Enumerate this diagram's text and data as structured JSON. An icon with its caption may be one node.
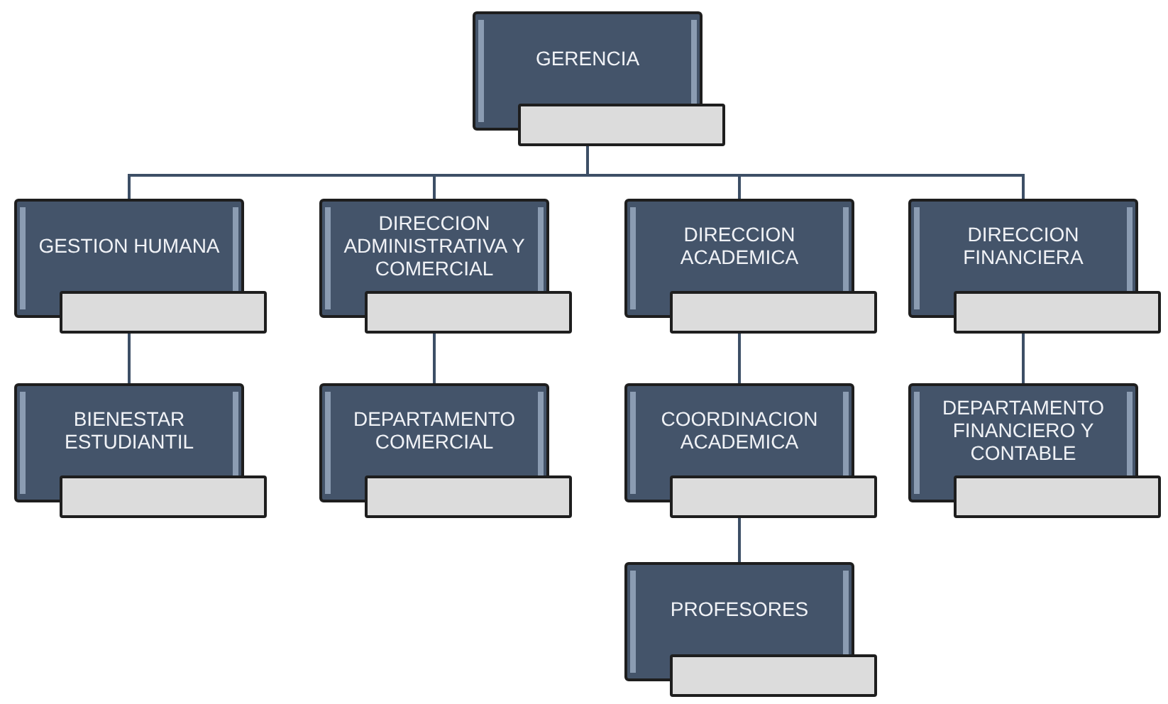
{
  "diagram": {
    "nodes": [
      {
        "text": [
          "GERENCIA"
        ]
      },
      {
        "text": [
          "GESTION HUMANA"
        ]
      },
      {
        "text": [
          "DIRECCION ADMINISTRATIVA Y COMERCIAL"
        ]
      },
      {
        "text": [
          "DIRECCION ACADEMICA"
        ]
      },
      {
        "text": [
          "DIRECCION FINANCIERA"
        ]
      },
      {
        "text": [
          "BIENESTAR ESTUDIANTIL"
        ]
      },
      {
        "text": [
          "DEPARTAMENTO COMERCIAL"
        ]
      },
      {
        "text": [
          "COORDINACION ACADEMICA"
        ]
      },
      {
        "text": [
          "DEPARTAMENTO FINANCIERO Y CONTABLE"
        ]
      },
      {
        "text": [
          "PROFESORES"
        ]
      }
    ],
    "edges": [
      {
        "from": 0,
        "to": 1,
        "arrow": "none"
      },
      {
        "from": 0,
        "to": 2,
        "arrow": "none"
      },
      {
        "from": 0,
        "to": 3,
        "arrow": "none"
      },
      {
        "from": 0,
        "to": 4,
        "arrow": "none"
      },
      {
        "from": 1,
        "to": 5,
        "arrow": "none"
      },
      {
        "from": 2,
        "to": 6,
        "arrow": "none"
      },
      {
        "from": 3,
        "to": 7,
        "arrow": "none"
      },
      {
        "from": 4,
        "to": 8,
        "arrow": "none"
      },
      {
        "from": 7,
        "to": 9,
        "arrow": "none"
      }
    ]
  }
}
